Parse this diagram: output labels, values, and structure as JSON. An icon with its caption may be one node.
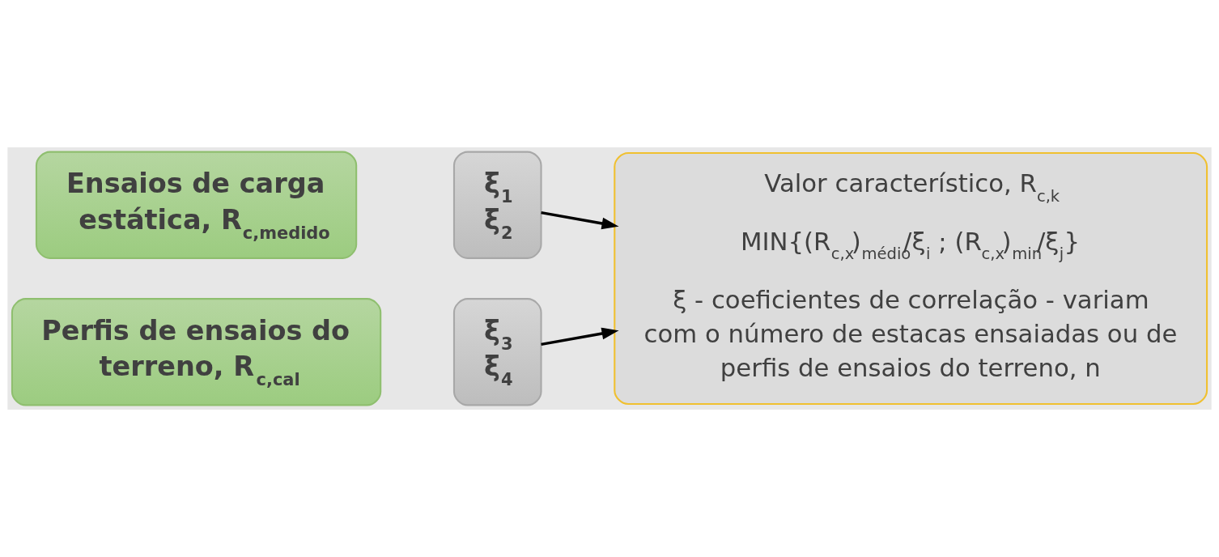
{
  "diagram": {
    "nodes": [
      {
        "text": [
          "Ensaios de carga estática, R$_{c,medido}$"
        ]
      },
      {
        "text": [
          "ξ$_{1}$",
          "ξ$_{2}$"
        ]
      },
      {
        "text": [
          "Perfis de ensaios do terreno, R$_{c,cal}$"
        ]
      },
      {
        "text": [
          "ξ$_{3}$",
          "ξ$_{4}$"
        ]
      },
      {
        "text": [
          "Valor característico, R$_{c,k}$",
          "MIN{(R$_{c,x}$)$_{médio}$/ξ$_{i}$ ; (R$_{c,x}$)$_{min}$/ξ$_{j}$}",
          "ξ - coeficientes de correlação - variam com o número de estacas ensaiadas ou de perfis de ensaios do terreno, n"
        ]
      }
    ],
    "edges": [
      {
        "from": 1,
        "to": 4,
        "arrow": "to"
      },
      {
        "from": 3,
        "to": 4,
        "arrow": "to"
      }
    ]
  }
}
